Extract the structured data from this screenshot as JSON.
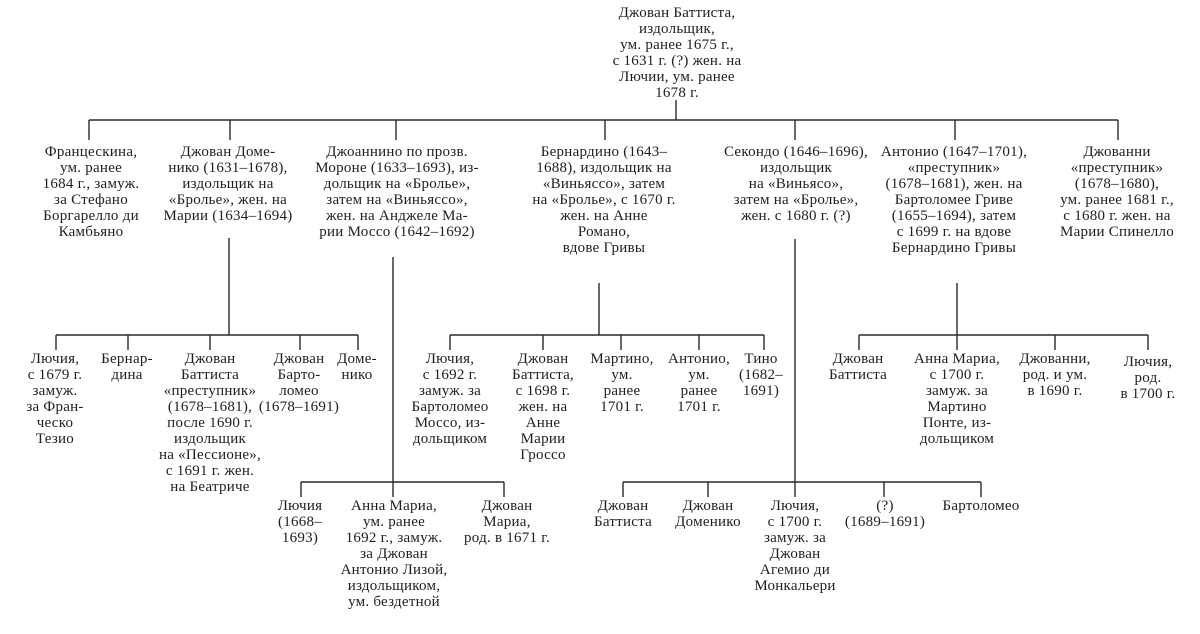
{
  "tree": {
    "root": {
      "text": "Джован Баттиста,\nиздольщик,\nум. ранее 1675 г.,\nс 1631 г. (?) жен. на\nЛючии, ум. ранее\n1678 г.",
      "children": [
        {
          "text": "Францескина,\nум. ранее\n1684 г., замуж.\nза Стефано\nБоргарелло ди\nКамбьяно",
          "children": []
        },
        {
          "text": "Джован Доме-\nнико (1631–1678),\nиздольщик на\n«Бролье», жен. на\nМарии (1634–1694)",
          "children": [
            {
              "text": "Лючия,\nс 1679 г.\nзамуж.\nза Фран-\nческо\nТезио"
            },
            {
              "text": "Бернар-\nдина"
            },
            {
              "text": "Джован\nБаттиста\n«преступник»\n(1678–1681),\nпосле 1690 г.\nиздольщик\nна «Пессионе»,\nс 1691 г. жен.\nна Беатриче"
            },
            {
              "text": "Джован\nБарто-\nломео\n(1678–1691)"
            },
            {
              "text": "Доме-\nнико"
            }
          ]
        },
        {
          "text": "Джоаннино по прозв.\nМороне (1633–1693), из-\nдольщик на «Бролье»,\nзатем на «Виньяссо»,\nжен. на Анджеле Ма-\nрии Моссо (1642–1692)",
          "children": [
            {
              "text": "Лючия\n(1668–\n1693)"
            },
            {
              "text": "Анна Мариа,\nум. ранее\n1692 г., замуж.\nза Джован\nАнтонио Лизой,\nиздольщиком,\nум. бездетной"
            },
            {
              "text": "Джован\nМариа,\nрод. в 1671 г."
            }
          ]
        },
        {
          "text": "Бернардино (1643–\n1688), издольщик на\n«Виньяссо», затем\nна «Бролье», с 1670 г.\nжен. на Анне\nРомано,\nвдове Гривы",
          "children": [
            {
              "text": "Лючия,\nс 1692 г.\nзамуж. за\nБартоломео\nМоссо, из-\nдольщиком"
            },
            {
              "text": "Джован\nБаттиста,\nс 1698 г.\nжен. на\nАнне\nМарии\nГроссо"
            },
            {
              "text": "Мартино,\nум.\nранее\n1701 г."
            },
            {
              "text": "Антонио,\nум.\nранее\n1701 г."
            },
            {
              "text": "Тино\n(1682–\n1691)"
            }
          ]
        },
        {
          "text": "Секондо (1646–1696),\nиздольщик\nна «Виньясо»,\nзатем на «Бролье»,\nжен. с 1680 г. (?)",
          "children": [
            {
              "text": "Джован\nБаттиста"
            },
            {
              "text": "Джован\nДоменико"
            },
            {
              "text": "Лючия,\nс 1700 г.\nзамуж. за\nДжован\nАгемио ди\nМонкальери"
            },
            {
              "text": "(?)\n(1689–1691)"
            },
            {
              "text": "Бартоломео"
            }
          ]
        },
        {
          "text": "Антонио (1647–1701),\n«преступник»\n(1678–1681), жен. на\nБартоломее Гриве\n(1655–1694), затем\nс 1699 г. на вдове\nБернардино Гривы",
          "children": [
            {
              "text": "Джован\nБаттиста"
            },
            {
              "text": "Анна Мариа,\nс 1700 г.\nзамуж. за\nМартино\nПонте, из-\nдольщиком"
            },
            {
              "text": "Джованни,\nрод. и ум.\nв 1690 г."
            },
            {
              "text": "Лючия,\nрод.\nв 1700 г."
            }
          ]
        },
        {
          "text": "Джованни\n«преступник»\n(1678–1680),\nум. ранее 1681 г.,\nс 1680 г. жен. на\nМарии Спинелло",
          "children": []
        }
      ]
    }
  }
}
